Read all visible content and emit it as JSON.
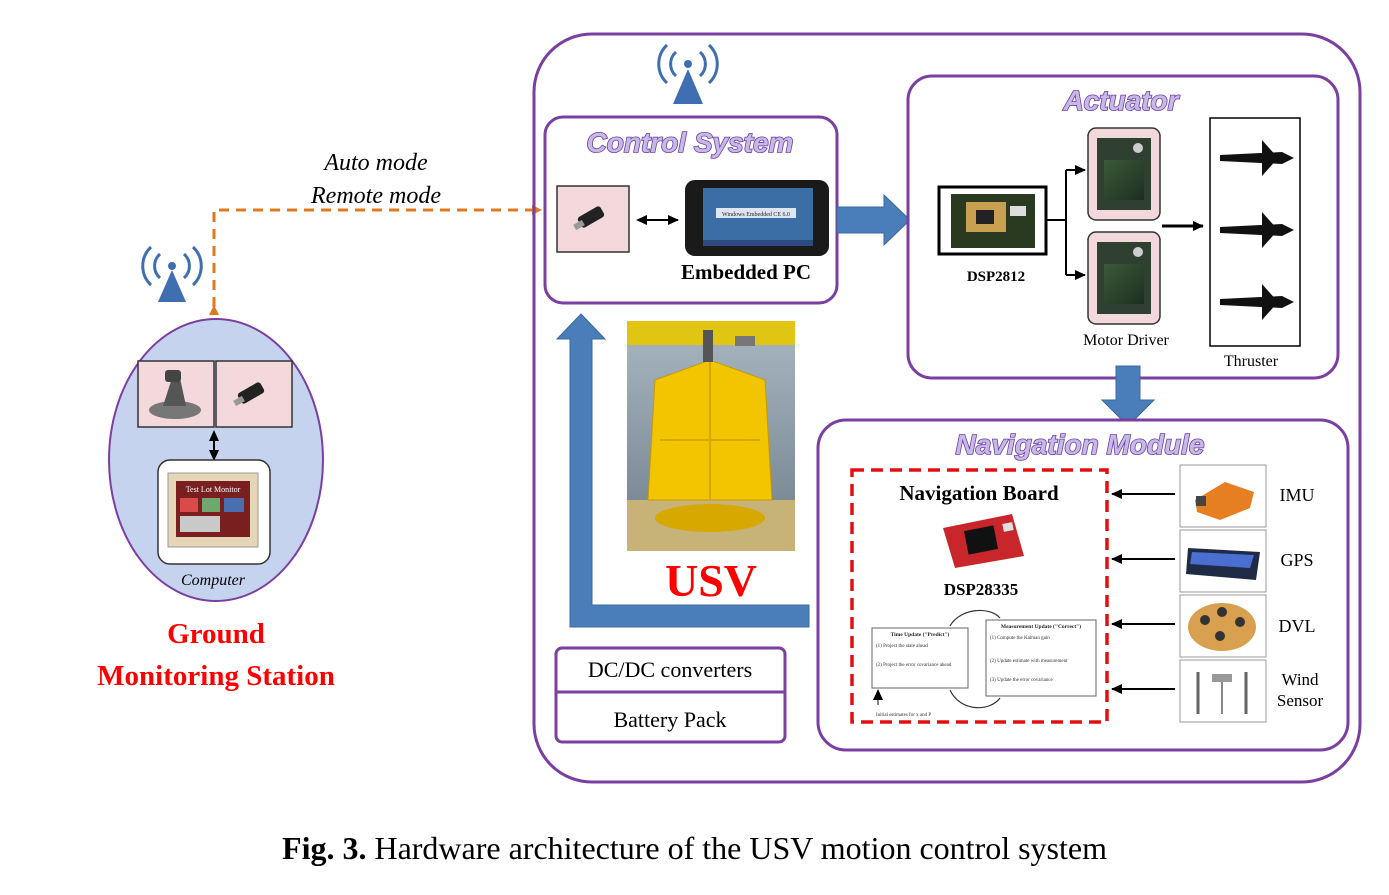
{
  "link": {
    "auto_mode": "Auto mode",
    "remote_mode": "Remote mode"
  },
  "ground_station": {
    "computer_label": "Computer",
    "title_line1": "Ground",
    "title_line2": "Monitoring Station",
    "screen_caption": "Test Lot Monitor"
  },
  "control_system": {
    "title": "Control System",
    "embedded_pc": "Embedded PC",
    "screen_caption": "Windows Embedded CE 6.0"
  },
  "actuator": {
    "title": "Actuator",
    "dsp": "DSP2812",
    "motor_driver": "Motor Driver",
    "thruster": "Thruster"
  },
  "usv": {
    "label": "USV"
  },
  "power": {
    "dcdc": "DC/DC converters",
    "battery": "Battery Pack"
  },
  "navigation": {
    "title": "Navigation Module",
    "board_title": "Navigation Board",
    "dsp": "DSP28335",
    "kf_time_title": "Time Update (\"Predict\")",
    "kf_time_1": "(1) Project the state ahead",
    "kf_time_2": "(2) Project the error covariance ahead",
    "kf_meas_title": "Measurement Update (\"Correct\")",
    "kf_meas_1": "(1) Compute the Kalman gain",
    "kf_meas_2": "(2) Update estimate with measurement",
    "kf_meas_3": "(3) Update the error covariance",
    "kf_init": "Initial estimates for x and P",
    "sensors": [
      {
        "label_lines": [
          "IMU"
        ]
      },
      {
        "label_lines": [
          "GPS"
        ]
      },
      {
        "label_lines": [
          "DVL"
        ]
      },
      {
        "label_lines": [
          "Wind",
          "Sensor"
        ]
      }
    ]
  },
  "caption": {
    "figure_number": "Fig. 3.",
    "text": "Hardware architecture of the USV motion control system"
  },
  "colors": {
    "frame_purple": "#7a3fa0",
    "arrow_blue": "#4a7ebb",
    "link_orange": "#e07820",
    "title_red": "#ff0000",
    "nav_dashed_red": "#e01010",
    "ellipse_fill": "#c5d3ee",
    "usv_yellow": "#f3c400"
  }
}
